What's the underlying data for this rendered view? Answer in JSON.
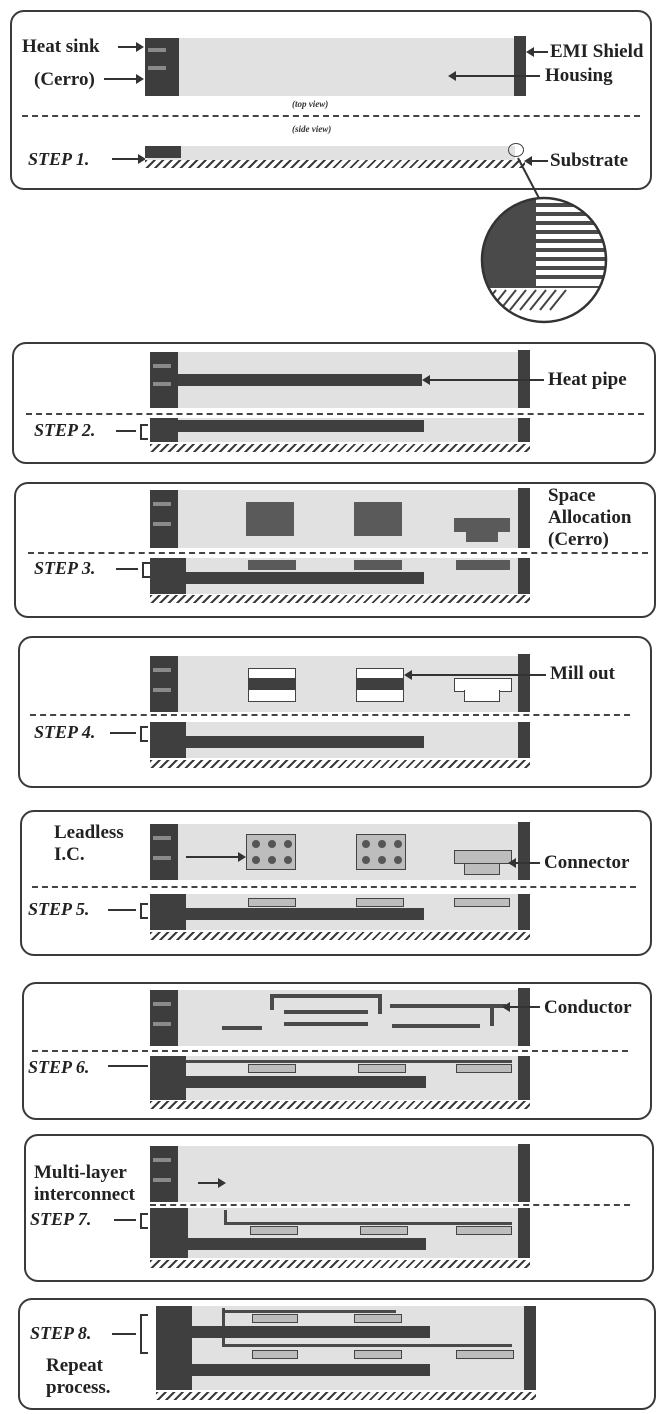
{
  "labels": {
    "heat_sink": "Heat sink",
    "cerro": "(Cerro)",
    "emi_shield": "EMI Shield",
    "housing": "Housing",
    "top_view": "(top view)",
    "side_view": "(side view)",
    "substrate": "Substrate",
    "heat_pipe": "Heat pipe",
    "space_allocation_1": "Space",
    "space_allocation_2": "Allocation",
    "space_allocation_3": "(Cerro)",
    "mill_out": "Mill out",
    "leadless_1": "Leadless",
    "leadless_2": "I.C.",
    "connector": "Connector",
    "conductor": "Conductor",
    "multilayer_1": "Multi-layer",
    "multilayer_2": "interconnect",
    "repeat_1": "Repeat",
    "repeat_2": "process."
  },
  "steps": [
    "STEP 1.",
    "STEP 2.",
    "STEP 3.",
    "STEP 4.",
    "STEP 5.",
    "STEP 6.",
    "STEP 7.",
    "STEP 8."
  ],
  "colors": {
    "outline": "#3a3a3a",
    "housing": "#e1e1e1",
    "metal": "#3f3f3f"
  }
}
